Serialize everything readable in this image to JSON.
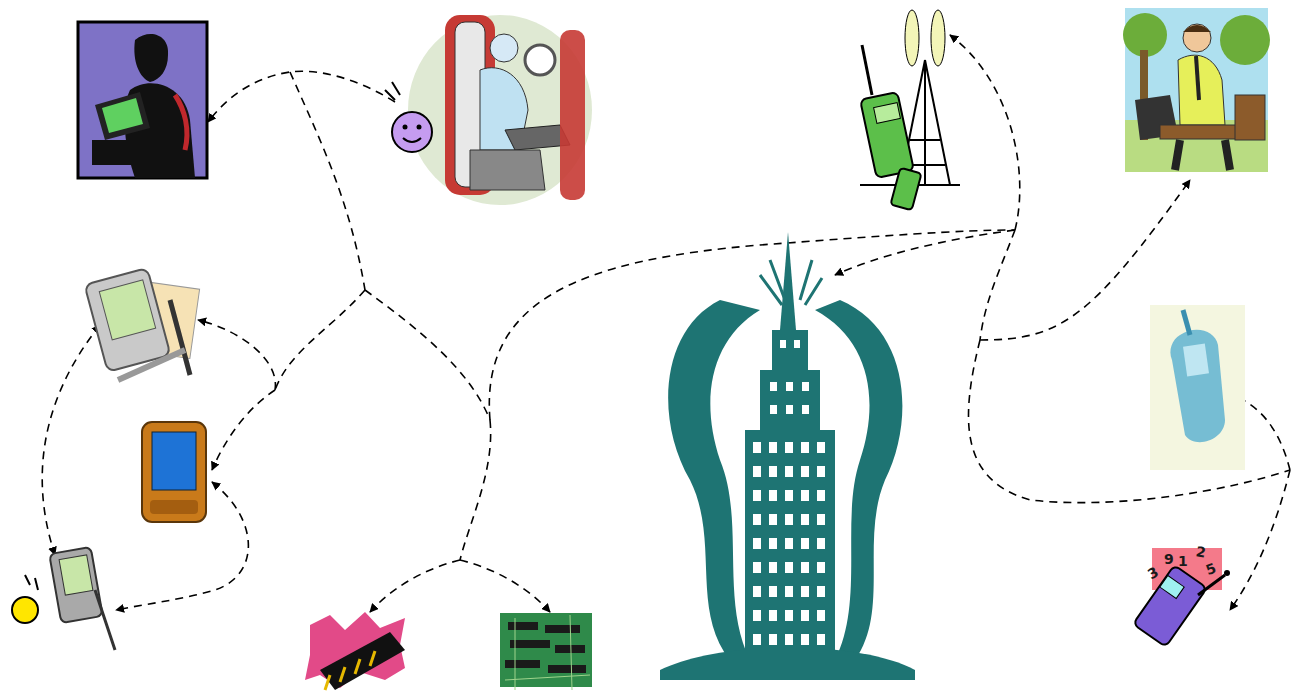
{
  "diagram": {
    "labels": [
      "3",
      "9",
      "1",
      "2",
      "5"
    ]
  }
}
